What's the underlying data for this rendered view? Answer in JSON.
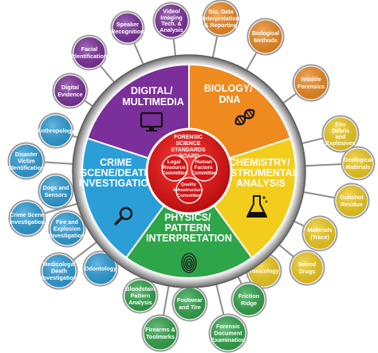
{
  "center": {
    "board": [
      "FORENSIC",
      "SCIENCE",
      "STANDARDS",
      "BOARD"
    ],
    "committees": {
      "legal": [
        "Legal",
        "Resource",
        "Committee"
      ],
      "human": [
        "Human",
        "Factors",
        "Committee"
      ],
      "quality": [
        "Quality",
        "Infrastructure",
        "Committee"
      ]
    }
  },
  "sectors": {
    "digital": {
      "title": [
        "DIGITAL/",
        "MULTIMEDIA"
      ],
      "color": "#7b2f9a",
      "icon": "monitor-icon"
    },
    "biology": {
      "title": [
        "BIOLOGY/",
        "DNA"
      ],
      "color": "#ef8a1f",
      "icon": "dna-icon"
    },
    "chemistry": {
      "title": [
        "CHEMISTRY/",
        "INSTRUMENTAL",
        "ANALYSIS"
      ],
      "color": "#f2cd1c",
      "icon": "flask-icon"
    },
    "physics": {
      "title": [
        "PHYSICS/",
        "PATTERN",
        "INTERPRETATION"
      ],
      "color": "#2fa54a",
      "icon": "fingerprint-icon"
    },
    "crime": {
      "title": [
        "CRIME",
        "SCENE/DEATH",
        "INVESTIGATION"
      ],
      "color": "#2b9ed8",
      "icon": "magnifier-icon"
    }
  },
  "satellites": {
    "speaker_recognition": [
      "Speaker",
      "Recognition"
    ],
    "video_imaging": [
      "Video/",
      "Imaging",
      "Tech. &",
      "Analysis"
    ],
    "facial_identification": [
      "Facial",
      "Identification"
    ],
    "digital_evidence": [
      "Digital",
      "Evidence"
    ],
    "bio_data": [
      "Bio. Data",
      "Interpretation",
      "& Reporting"
    ],
    "biological_methods": [
      "Biological",
      "Methods"
    ],
    "wildlife_forensics": [
      "Wildlife",
      "Forensics"
    ],
    "fire_debris": [
      "Fire",
      "Debris",
      "and",
      "Explosives"
    ],
    "geological_materials": [
      "Geological",
      "Materials"
    ],
    "gunshot_residue": [
      "Gunshot",
      "Residue"
    ],
    "materials_trace": [
      "Materials",
      "(Trace)"
    ],
    "seized_drugs": [
      "Seized",
      "Drugs"
    ],
    "toxicology": [
      "Toxicology"
    ],
    "friction_ridge": [
      "Friction",
      "Ridge"
    ],
    "forensic_document": [
      "Forensic",
      "Document",
      "Examination"
    ],
    "footwear_tire": [
      "Footwear",
      "and Tire"
    ],
    "firearms_toolmarks": [
      "Firearms &",
      "Toolmarks"
    ],
    "bloodstain": [
      "Bloodstain",
      "Pattern",
      "Analysis"
    ],
    "odontology": [
      "Odontology"
    ],
    "medicolegal": [
      "Medicolegal",
      "Death",
      "Investigation"
    ],
    "fire_explosion": [
      "Fire and",
      "Explosion",
      "Investigation"
    ],
    "crime_scene_inv": [
      "Crime Scene",
      "Investigation"
    ],
    "dogs_sensors": [
      "Dogs and",
      "Sensors"
    ],
    "disaster_victim": [
      "Disaster",
      "Victim",
      "Identification"
    ],
    "anthropology": [
      "Anthropology"
    ]
  }
}
